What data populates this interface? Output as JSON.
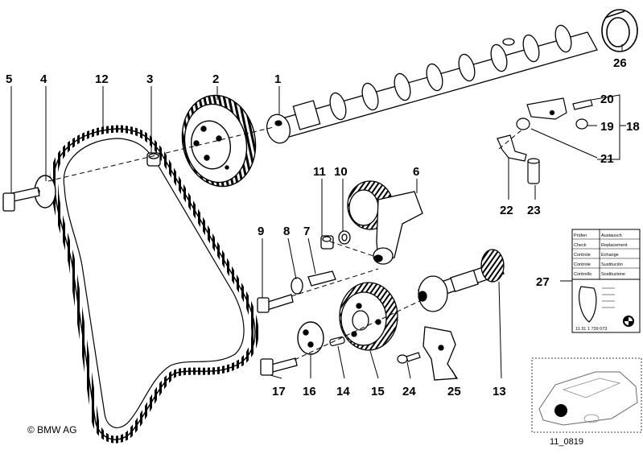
{
  "diagram": {
    "callouts": [
      "1",
      "2",
      "3",
      "4",
      "5",
      "6",
      "7",
      "8",
      "9",
      "10",
      "11",
      "12",
      "13",
      "14",
      "15",
      "16",
      "17",
      "18",
      "19",
      "20",
      "21",
      "22",
      "23",
      "24",
      "25",
      "26",
      "27"
    ],
    "copyright": "© BMW AG",
    "image_code": "11_0819",
    "label_card": {
      "rows": [
        [
          "Prüfen",
          "Austausch"
        ],
        [
          "Check",
          "Replacement"
        ],
        [
          "Controle",
          "Echange"
        ],
        [
          "Controle",
          "Sustitución"
        ],
        [
          "Controllo",
          "Sostituzione"
        ]
      ],
      "part_number": "11 31 1 739 073"
    }
  }
}
